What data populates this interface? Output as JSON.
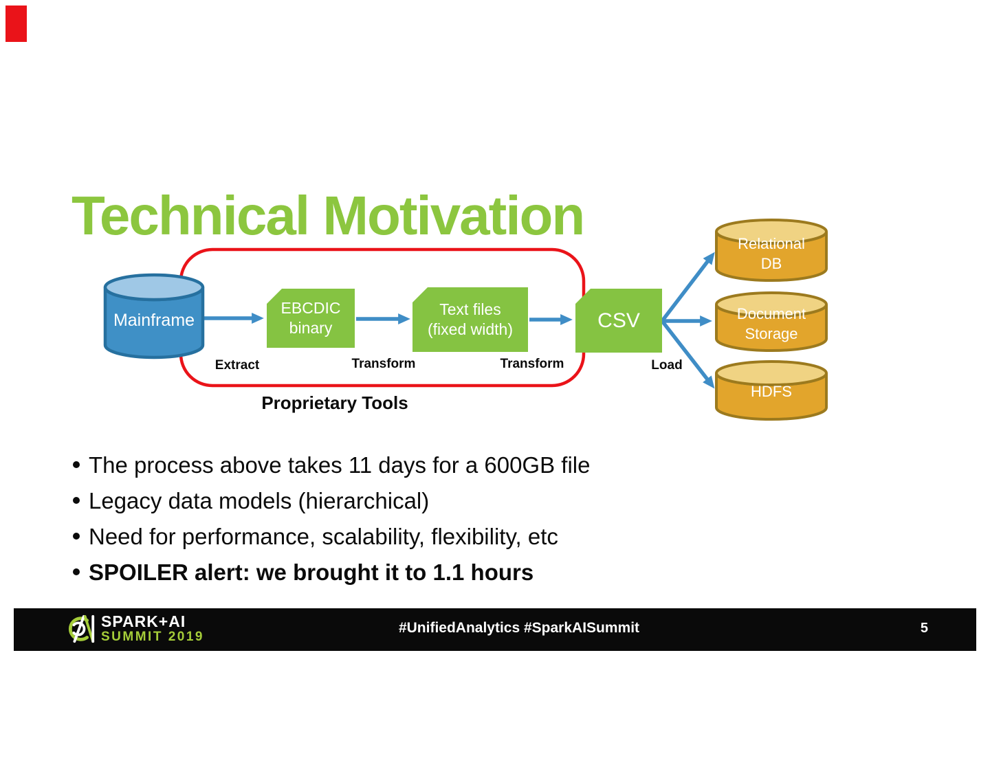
{
  "theme": {
    "title-green": "#8CC63F",
    "box-green": "#85C342",
    "arrow-blue": "#3F8DC6",
    "cyl-blue-body": "#3F90C6",
    "cyl-blue-top": "#9FC8E6",
    "cyl-blue-stroke": "#26709F",
    "cyl-gold-body": "#E2A52C",
    "cyl-gold-top": "#F0D383",
    "cyl-gold-stroke": "#9C7A1E",
    "accent-red": "#EA1319",
    "footer-bg": "#0A0A0A",
    "logo-green": "#A5CD39"
  },
  "slide": {
    "title": "Technical Motivation"
  },
  "diagram": {
    "source_label": "Mainframe",
    "stage1": {
      "line1": "EBCDIC",
      "line2": "binary"
    },
    "stage2": {
      "line1": "Text files",
      "line2": "(fixed width)"
    },
    "stage3": {
      "label": "CSV"
    },
    "target1": {
      "line1": "Relational",
      "line2": "DB"
    },
    "target2": {
      "line1": "Document",
      "line2": "Storage"
    },
    "target3": {
      "label": "HDFS"
    },
    "steps": [
      "Extract",
      "Transform",
      "Transform",
      "Load"
    ],
    "group_label": "Proprietary Tools"
  },
  "bullets": [
    {
      "text": "The process above takes 11 days for a 600GB file"
    },
    {
      "text": "Legacy data models (hierarchical)"
    },
    {
      "text": "Need for performance, scalability, flexibility, etc"
    },
    {
      "text": "SPOILER alert: we brought it to 1.1 hours"
    }
  ],
  "footer": {
    "logo_title": "SPARK+AI",
    "logo_subtitle": "SUMMIT 2019",
    "hashtags": "#UnifiedAnalytics #SparkAISummit",
    "page_number": "5"
  }
}
